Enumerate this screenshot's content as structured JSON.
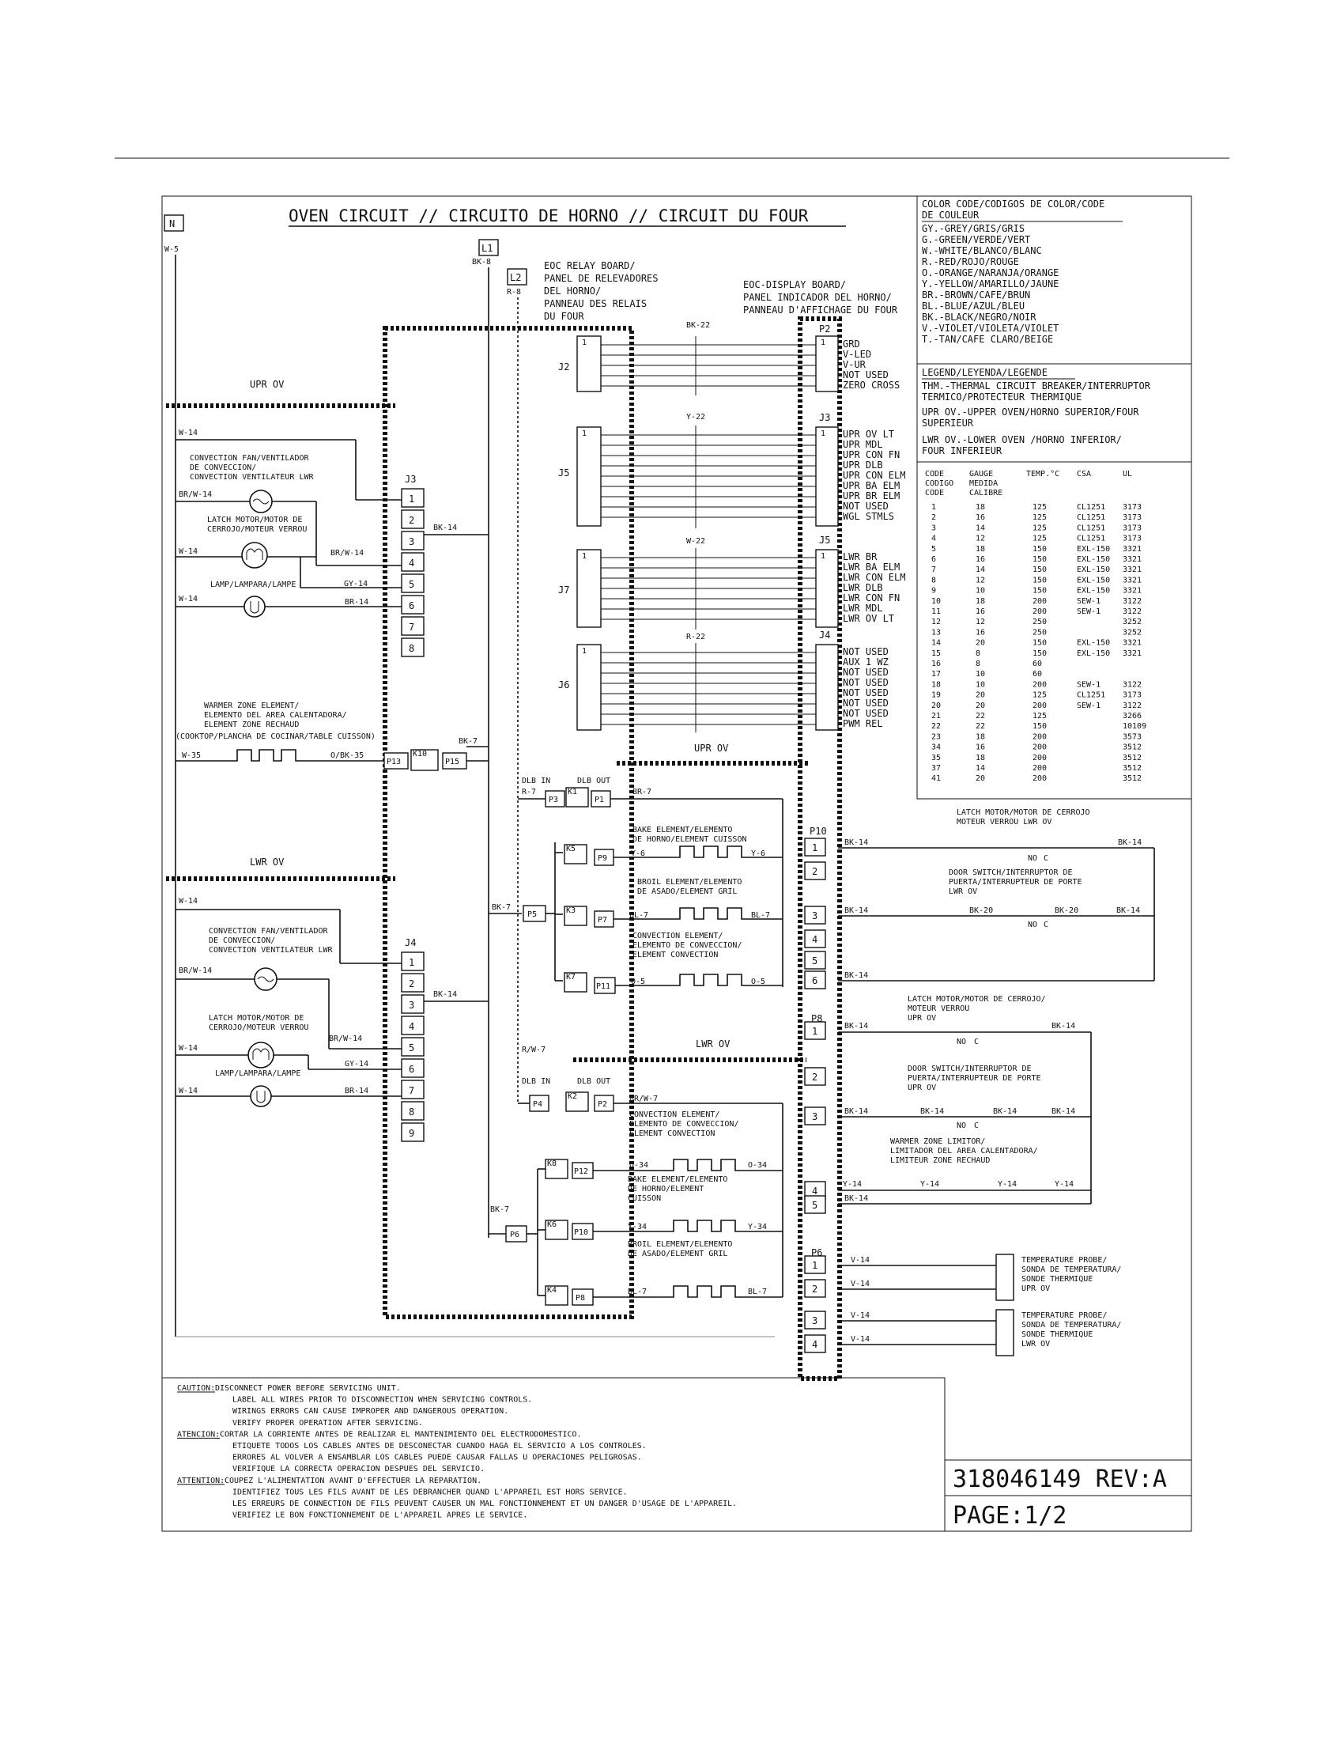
{
  "title": "OVEN CIRCUIT // CIRCUITO DE HORNO // CIRCUIT DU FOUR",
  "terminals": {
    "n": "N",
    "l1": "L1",
    "l2": "L2"
  },
  "wires": {
    "w5": "W-5",
    "bk8": "BK-8",
    "r8": "R-8",
    "w14": "W-14",
    "brw14": "BR/W-14",
    "gy14": "GY-14",
    "br14": "BR-14",
    "bk14": "BK-14",
    "w35": "W-35",
    "obk35": "O/BK-35",
    "bk7": "BK-7",
    "r7": "R-7",
    "brw7": "BR/W-7",
    "rw7": "R/W-7",
    "br7": "BR-7",
    "y6": "Y-6",
    "bl7": "BL-7",
    "o5": "O-5",
    "o34": "O-34",
    "y34": "Y-34",
    "bk20": "BK-20",
    "y14": "Y-14",
    "v14": "V-14",
    "bk22": "BK-22",
    "y22": "Y-22",
    "w22": "W-22",
    "r22": "R-22"
  },
  "boards": {
    "relay": [
      "EOC RELAY BOARD/",
      "PANEL DE RELEVADORES",
      "DEL HORNO/",
      "PANNEAU DES RELAIS",
      "DU FOUR"
    ],
    "display": [
      "EOC-DISPLAY BOARD/",
      "PANEL INDICADOR DEL HORNO/",
      "PANNEAU D'AFFICHAGE DU FOUR"
    ]
  },
  "sections": {
    "upr": "UPR OV",
    "lwr": "LWR OV"
  },
  "connectors": {
    "j2": "J2",
    "j5": "J5",
    "j7": "J7",
    "j6": "J6",
    "j3": "J3",
    "j4": "J4",
    "p2": "P2",
    "p10": "P10",
    "p8": "P8",
    "p6": "P6",
    "p13": "P13",
    "p15": "P15",
    "k10": "K10",
    "p3": "P3",
    "p1": "P1",
    "p4": "P4",
    "p5": "P5",
    "p6r": "P6",
    "p9": "P9",
    "p7": "P7",
    "p11": "P11",
    "p12": "P12",
    "p10r": "P10",
    "p8r": "P8",
    "k1": "K1",
    "k2": "K2",
    "k5": "K5",
    "k3": "K3",
    "k7": "K7",
    "k8": "K8",
    "k6": "K6",
    "k4": "K4",
    "one": "1"
  },
  "labels": {
    "dlb_in": "DLB IN",
    "dlb_out": "DLB OUT",
    "conv_fan_upr": [
      "CONVECTION FAN/VENTILADOR",
      "DE CONVECCION/",
      "CONVECTION VENTILATEUR LWR"
    ],
    "conv_fan_lwr": [
      "CONVECTION FAN/VENTILADOR",
      "DE CONVECCION/",
      "CONVECTION VENTILATEUR LWR"
    ],
    "latch_motor": [
      "LATCH MOTOR/MOTOR DE",
      "CERROJO/MOTEUR VERROU"
    ],
    "lamp": "LAMP/LAMPARA/LAMPE",
    "warmer": [
      "WARMER ZONE ELEMENT/",
      "ELEMENTO  DEL AREA CALENTADORA/",
      "ELEMENT ZONE RECHAUD",
      "(COOKTOP/PLANCHA DE COCINAR/TABLE CUISSON)"
    ],
    "bake_upr": [
      "BAKE ELEMENT/ELEMENTO",
      "DE HORNO/ELEMENT CUISSON"
    ],
    "broil_upr": [
      "BROIL ELEMENT/ELEMENTO",
      "DE ASADO/ELEMENT GRIL"
    ],
    "conv_upr": [
      "CONVECTION ELEMENT/",
      "ELEMENTO DE CONVECCION/",
      "ELEMENT CONVECTION"
    ],
    "conv_lwr": [
      "CONVECTION ELEMENT/",
      "ELEMENTO DE CONVECCION/",
      "ELEMENT CONVECTION"
    ],
    "bake_lwr": [
      "BAKE ELEMENT/ELEMENTO",
      "DE HORNO/ELEMENT",
      "CUISSON"
    ],
    "broil_lwr": [
      "BROIL ELEMENT/ELEMENTO",
      "DE ASADO/ELEMENT GRIL"
    ],
    "latch_lwr": [
      "LATCH MOTOR/MOTOR DE CERROJO",
      "MOTEUR VERROU LWR OV"
    ],
    "door_lwr": [
      "DOOR SWITCH/INTERRUPTOR DE",
      "PUERTA/INTERRUPTEUR DE PORTE",
      "LWR OV"
    ],
    "latch_upr": [
      "LATCH MOTOR/MOTOR DE CERROJO/",
      "MOTEUR VERROU",
      "UPR OV"
    ],
    "door_upr": [
      "DOOR SWITCH/INTERRUPTOR DE",
      "PUERTA/INTERRUPTEUR DE PORTE",
      "UPR OV"
    ],
    "warmer_lim": [
      "WARMER ZONE LIMITOR/",
      "LIMITADOR DEL AREA CALENTADORA/",
      "LIMITEUR ZONE RECHAUD"
    ],
    "probe_upr": [
      "TEMPERATURE PROBE/",
      "SONDA DE TEMPERATURA/",
      "SONDE THERMIQUE",
      "UPR OV"
    ],
    "probe_lwr": [
      "TEMPERATURE PROBE/",
      "SONDA DE TEMPERATURA/",
      "SONDE THERMIQUE",
      "LWR OV"
    ],
    "no": "NO",
    "c": "C"
  },
  "p2_pins": [
    "GRD",
    "V-LED",
    "V-UR",
    "NOT USED",
    "ZERO CROSS"
  ],
  "j3_pins": [
    "UPR OV LT",
    "UPR MDL",
    "UPR CON FN",
    "UPR DLB",
    "UPR CON ELM",
    "UPR BA ELM",
    "UPR BR ELM",
    "NOT USED",
    "WGL STMLS"
  ],
  "j5_pins": [
    "LWR BR",
    "LWR BA ELM",
    "LWR CON ELM",
    "LWR DLB",
    "LWR CON FN",
    "LWR MDL",
    "LWR OV LT"
  ],
  "j4_pins": [
    "NOT USED",
    "AUX 1 WZ",
    "NOT USED",
    "NOT USED",
    "NOT USED",
    "NOT USED",
    "NOT USED",
    "PWM REL"
  ],
  "color_code": {
    "header": [
      "COLOR CODE/CODIGOS DE COLOR/CODE",
      "DE COULEUR"
    ],
    "items": [
      "GY.-GREY/GRIS/GRIS",
      "G.-GREEN/VERDE/VERT",
      "W.-WHITE/BLANCO/BLANC",
      "R.-RED/ROJO/ROUGE",
      "O.-ORANGE/NARANJA/ORANGE",
      "Y.-YELLOW/AMARILLO/JAUNE",
      "BR.-BROWN/CAFE/BRUN",
      "BL.-BLUE/AZUL/BLEU",
      "BK.-BLACK/NEGRO/NOIR",
      "V.-VIOLET/VIOLETA/VIOLET",
      "T.-TAN/CAFE CLARO/BEIGE"
    ]
  },
  "legend": {
    "header": "LEGEND/LEYENDA/LEGENDE",
    "items": [
      "THM.-THERMAL CIRCUIT BREAKER/INTERRUPTOR",
      "TERMICO/PROTECTEUR THERMIQUE",
      "UPR OV.-UPPER OVEN/HORNO SUPERIOR/FOUR",
      "          SUPERIEUR",
      "LWR OV.-LOWER OVEN /HORNO INFERIOR/",
      "          FOUR INFERIEUR"
    ]
  },
  "code_table": {
    "headers": [
      "CODE\nCODIGO\nCODE",
      "GAUGE\nMEDIDA\nCALIBRE",
      "TEMP.°C",
      "CSA",
      "UL"
    ],
    "rows": [
      [
        "1",
        "18",
        "125",
        "CL1251",
        "3173"
      ],
      [
        "2",
        "16",
        "125",
        "CL1251",
        "3173"
      ],
      [
        "3",
        "14",
        "125",
        "CL1251",
        "3173"
      ],
      [
        "4",
        "12",
        "125",
        "CL1251",
        "3173"
      ],
      [
        "5",
        "18",
        "150",
        "EXL-150",
        "3321"
      ],
      [
        "6",
        "16",
        "150",
        "EXL-150",
        "3321"
      ],
      [
        "7",
        "14",
        "150",
        "EXL-150",
        "3321"
      ],
      [
        "8",
        "12",
        "150",
        "EXL-150",
        "3321"
      ],
      [
        "9",
        "10",
        "150",
        "EXL-150",
        "3321"
      ],
      [
        "10",
        "18",
        "200",
        "SEW-1",
        "3122"
      ],
      [
        "11",
        "16",
        "200",
        "SEW-1",
        "3122"
      ],
      [
        "12",
        "12",
        "250",
        "",
        "3252"
      ],
      [
        "13",
        "16",
        "250",
        "",
        "3252"
      ],
      [
        "14",
        "20",
        "150",
        "EXL-150",
        "3321"
      ],
      [
        "15",
        "8",
        "150",
        "EXL-150",
        "3321"
      ],
      [
        "16",
        "8",
        "60",
        "",
        ""
      ],
      [
        "17",
        "10",
        "60",
        "",
        ""
      ],
      [
        "18",
        "10",
        "200",
        "SEW-1",
        "3122"
      ],
      [
        "19",
        "20",
        "125",
        "CL1251",
        "3173"
      ],
      [
        "20",
        "20",
        "200",
        "SEW-1",
        "3122"
      ],
      [
        "21",
        "22",
        "125",
        "",
        "3266"
      ],
      [
        "22",
        "22",
        "150",
        "",
        "10109"
      ],
      [
        "23",
        "18",
        "200",
        "",
        "3573"
      ],
      [
        "34",
        "16",
        "200",
        "",
        "3512"
      ],
      [
        "35",
        "18",
        "200",
        "",
        "3512"
      ],
      [
        "37",
        "14",
        "200",
        "",
        "3512"
      ],
      [
        "41",
        "20",
        "200",
        "",
        "3512"
      ]
    ]
  },
  "caution": [
    [
      "CAUTION:",
      "DISCONNECT POWER BEFORE SERVICING UNIT."
    ],
    [
      "",
      "LABEL ALL WIRES PRIOR TO DISCONNECTION WHEN SERVICING CONTROLS."
    ],
    [
      "",
      "WIRINGS ERRORS CAN CAUSE IMPROPER AND DANGEROUS OPERATION."
    ],
    [
      "",
      "VERIFY PROPER OPERATION AFTER SERVICING."
    ],
    [
      "ATENCION:",
      "CORTAR LA CORRIENTE ANTES DE REALIZAR EL MANTENIMIENTO DEL ELECTRODOMESTICO."
    ],
    [
      "",
      "ETIQUETE TODOS LOS CABLES ANTES DE DESCONECTAR CUANDO HAGA EL SERVICIO A LOS CONTROLES."
    ],
    [
      "",
      "ERRORES AL VOLVER A ENSAMBLAR LOS CABLES PUEDE CAUSAR FALLAS U OPERACIONES PELIGROSAS."
    ],
    [
      "",
      "VERIFIQUE LA CORRECTA OPERACION DESPUES DEL SERVICIO."
    ],
    [
      "ATTENTION:",
      "COUPEZ L'ALIMENTATION AVANT D'EFFECTUER LA REPARATION."
    ],
    [
      "",
      "IDENTIFIEZ TOUS LES FILS AVANT DE LES DEBRANCHER QUAND L'APPAREIL EST HORS SERVICE."
    ],
    [
      "",
      "LES ERREURS DE CONNECTION DE FILS PEUVENT CAUSER UN MAL FONCTIONNEMENT ET UN DANGER D'USAGE DE L'APPAREIL."
    ],
    [
      "",
      "VERIFIEZ LE BON FONCTIONNEMENT DE L'APPAREIL APRES LE SERVICE."
    ]
  ],
  "part_number": "318046149 REV:A",
  "page": "PAGE:1/2"
}
